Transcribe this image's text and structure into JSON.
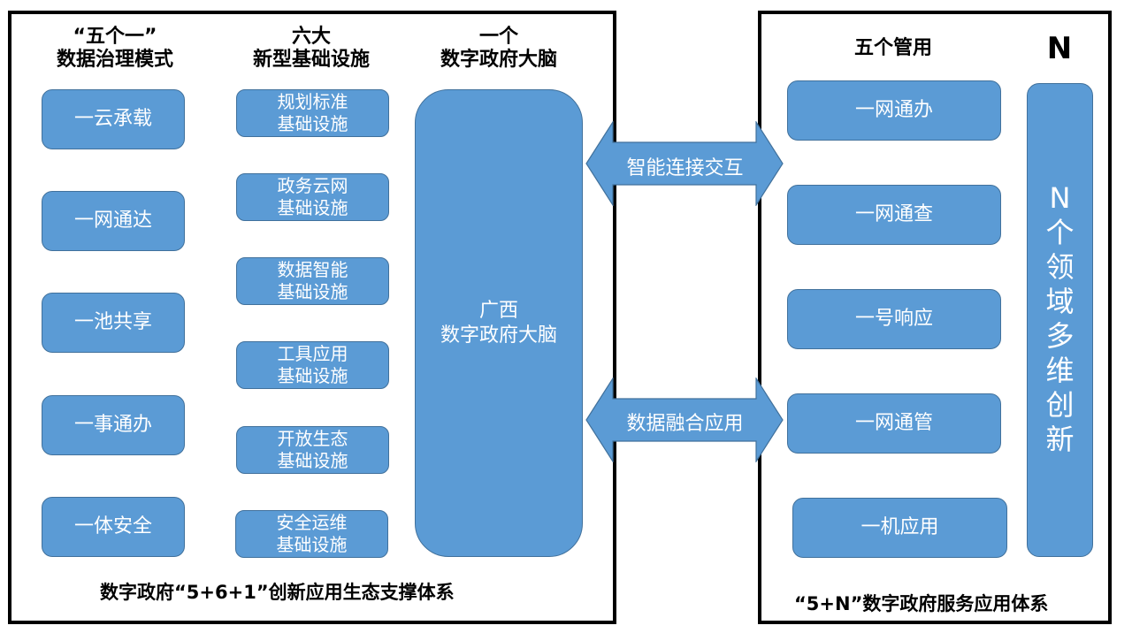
{
  "colors": {
    "shape_fill": "#5B9BD5",
    "shape_border": "#41719C",
    "frame": "#000000",
    "text_on_shape": "#FFFFFF"
  },
  "left_panel": {
    "headers": [
      "“五个一”\n数据治理模式",
      "六大\n新型基础设施",
      "一个\n数字政府大脑"
    ],
    "governance_items": [
      "一云承载",
      "一网通达",
      "一池共享",
      "一事通办",
      "一体安全"
    ],
    "infrastructure_items": [
      "规划标准\n基础设施",
      "政务云网\n基础设施",
      "数据智能\n基础设施",
      "工具应用\n基础设施",
      "开放生态\n基础设施",
      "安全运维\n基础设施"
    ],
    "brain": "广西\n数字政府大脑",
    "footer": "数字政府“5+6+1”创新应用生态支撑体系"
  },
  "connectors": [
    {
      "label": "智能连接交互",
      "icon": "double-arrow-icon"
    },
    {
      "label": "数据融合应用",
      "icon": "double-arrow-icon"
    }
  ],
  "right_panel": {
    "headers": {
      "five": "五个管用",
      "n": "N"
    },
    "five_items": [
      "一网通办",
      "一网通查",
      "一号响应",
      "一网通管",
      "一机应用"
    ],
    "n_column": [
      "N",
      "个",
      "领",
      "域",
      "多",
      "维",
      "创",
      "新"
    ],
    "footer": "“5+N”数字政府服务应用体系"
  }
}
